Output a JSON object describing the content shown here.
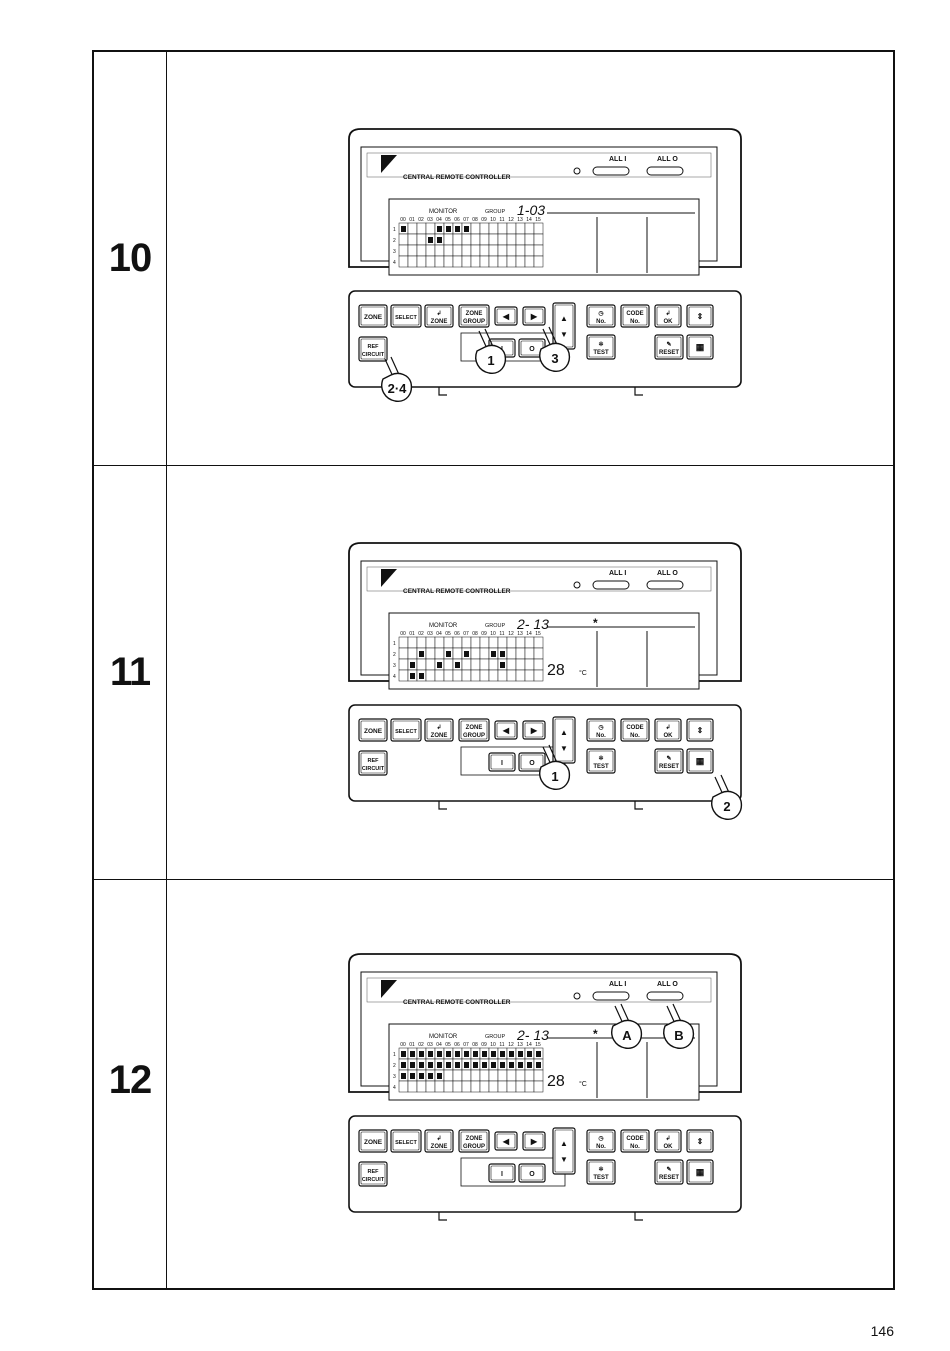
{
  "page_number": "146",
  "controller": {
    "title": "CENTRAL REMOTE CONTROLLER",
    "all_on": "ALL I",
    "all_off": "ALL O",
    "monitor": "MONITOR",
    "group": "GROUP",
    "columns": [
      "00",
      "01",
      "02",
      "03",
      "04",
      "05",
      "06",
      "07",
      "08",
      "09",
      "10",
      "11",
      "12",
      "13",
      "14",
      "15"
    ],
    "rows": [
      "1",
      "2",
      "3",
      "4"
    ],
    "buttons": {
      "zone": "ZONE",
      "select": "SELECT",
      "zone_enter": "ZONE",
      "zone_group": "ZONE GROUP",
      "timer_no": "No.",
      "code_no": "CODE No.",
      "ok": "OK",
      "ref_circuit": "REF CIRCUIT",
      "test": "TEST",
      "reset": "RESET"
    },
    "logo_icon": "daikin-logo-icon"
  },
  "steps": [
    {
      "number": "10",
      "group_id": "1-03",
      "asterisk": "",
      "temperature": "",
      "temp_unit": "",
      "cells": [
        [
          1,
          0
        ],
        [
          1,
          4
        ],
        [
          1,
          5
        ],
        [
          1,
          6
        ],
        [
          1,
          7
        ],
        [
          2,
          3
        ],
        [
          2,
          4
        ]
      ],
      "callouts": [
        "1",
        "3",
        "2·4"
      ]
    },
    {
      "number": "11",
      "group_id": "2- 13",
      "asterisk": "*",
      "temperature": "28",
      "temp_unit": "°C",
      "cells": [
        [
          2,
          2
        ],
        [
          2,
          5
        ],
        [
          2,
          7
        ],
        [
          2,
          10
        ],
        [
          2,
          11
        ],
        [
          3,
          1
        ],
        [
          3,
          4
        ],
        [
          3,
          6
        ],
        [
          3,
          11
        ],
        [
          4,
          1
        ],
        [
          4,
          2
        ]
      ],
      "callouts": [
        "1",
        "2"
      ]
    },
    {
      "number": "12",
      "group_id": "2- 13",
      "asterisk": "*",
      "temperature": "28",
      "temp_unit": "°C",
      "cells": "full",
      "callouts": [
        "A",
        "B"
      ]
    }
  ]
}
